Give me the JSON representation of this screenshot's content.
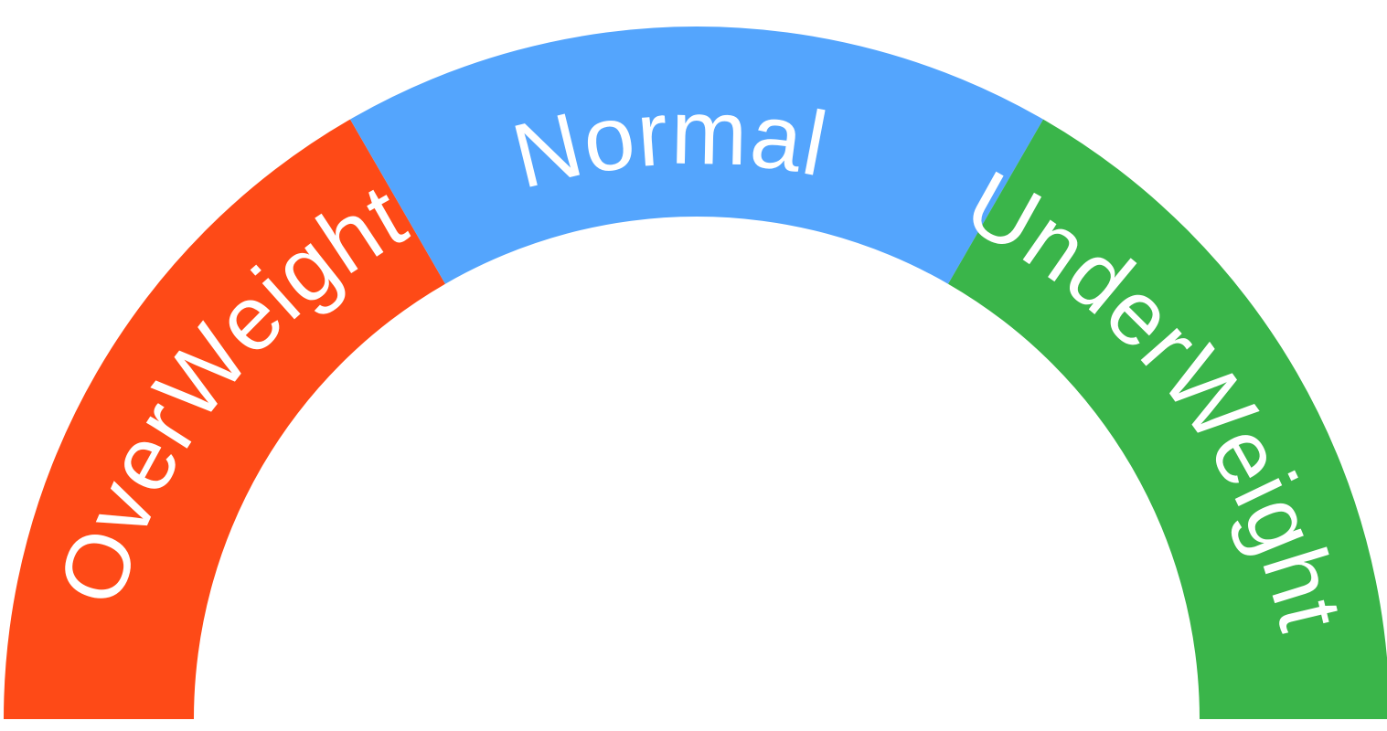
{
  "gauge": {
    "segments": [
      {
        "key": "overweight",
        "label": "OverWeight",
        "color": "#fe4a17"
      },
      {
        "key": "normal",
        "label": "Normal",
        "color": "#54a5fd"
      },
      {
        "key": "underweight",
        "label": "UnderWeight",
        "color": "#3ab54a"
      }
    ]
  }
}
